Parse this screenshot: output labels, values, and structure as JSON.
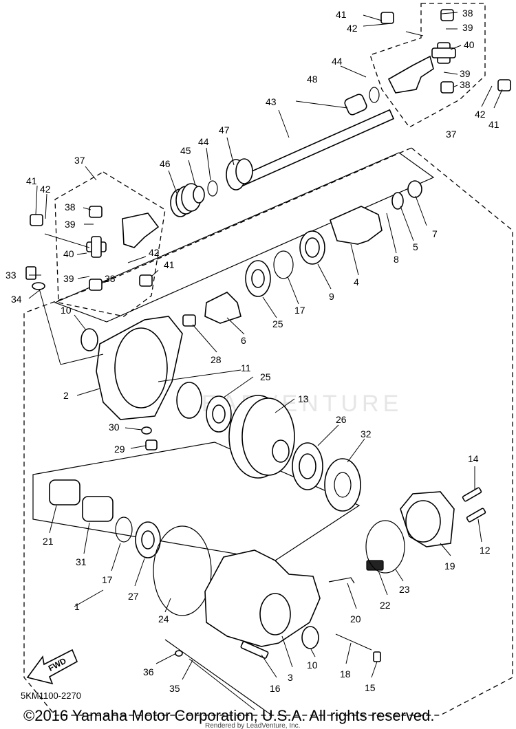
{
  "diagram_code": "5KM1100-2270",
  "copyright": "©2016 Yamaha Motor Corporation, U.S.A. All rights reserved.",
  "rendered_by": "Rendered by LeadVenture, Inc.",
  "watermark": "LEADVENTURE",
  "fwd_label": "FWD",
  "callouts": {
    "c1": "1",
    "c2": "2",
    "c3": "3",
    "c4": "4",
    "c5": "5",
    "c6": "6",
    "c7": "7",
    "c8": "8",
    "c9": "9",
    "c10a": "10",
    "c10b": "10",
    "c11": "11",
    "c12": "12",
    "c13": "13",
    "c14": "14",
    "c15": "15",
    "c16": "16",
    "c17a": "17",
    "c17b": "17",
    "c18": "18",
    "c19": "19",
    "c20": "20",
    "c21": "21",
    "c22": "22",
    "c23": "23",
    "c24": "24",
    "c25a": "25",
    "c25b": "25",
    "c26": "26",
    "c27": "27",
    "c28": "28",
    "c29": "29",
    "c30": "30",
    "c31": "31",
    "c32": "32",
    "c33": "33",
    "c34": "34",
    "c35": "35",
    "c36": "36",
    "c37a": "37",
    "c37b": "37",
    "c38a": "38",
    "c38b": "38",
    "c38c": "38",
    "c38d": "38",
    "c39a": "39",
    "c39b": "39",
    "c39c": "39",
    "c39d": "39",
    "c40a": "40",
    "c40b": "40",
    "c41a": "41",
    "c41b": "41",
    "c41c": "41",
    "c41d": "41",
    "c42a": "42",
    "c42b": "42",
    "c42c": "42",
    "c42d": "42",
    "c43": "43",
    "c44a": "44",
    "c44b": "44",
    "c45": "45",
    "c46": "46",
    "c47": "47",
    "c48": "48"
  }
}
